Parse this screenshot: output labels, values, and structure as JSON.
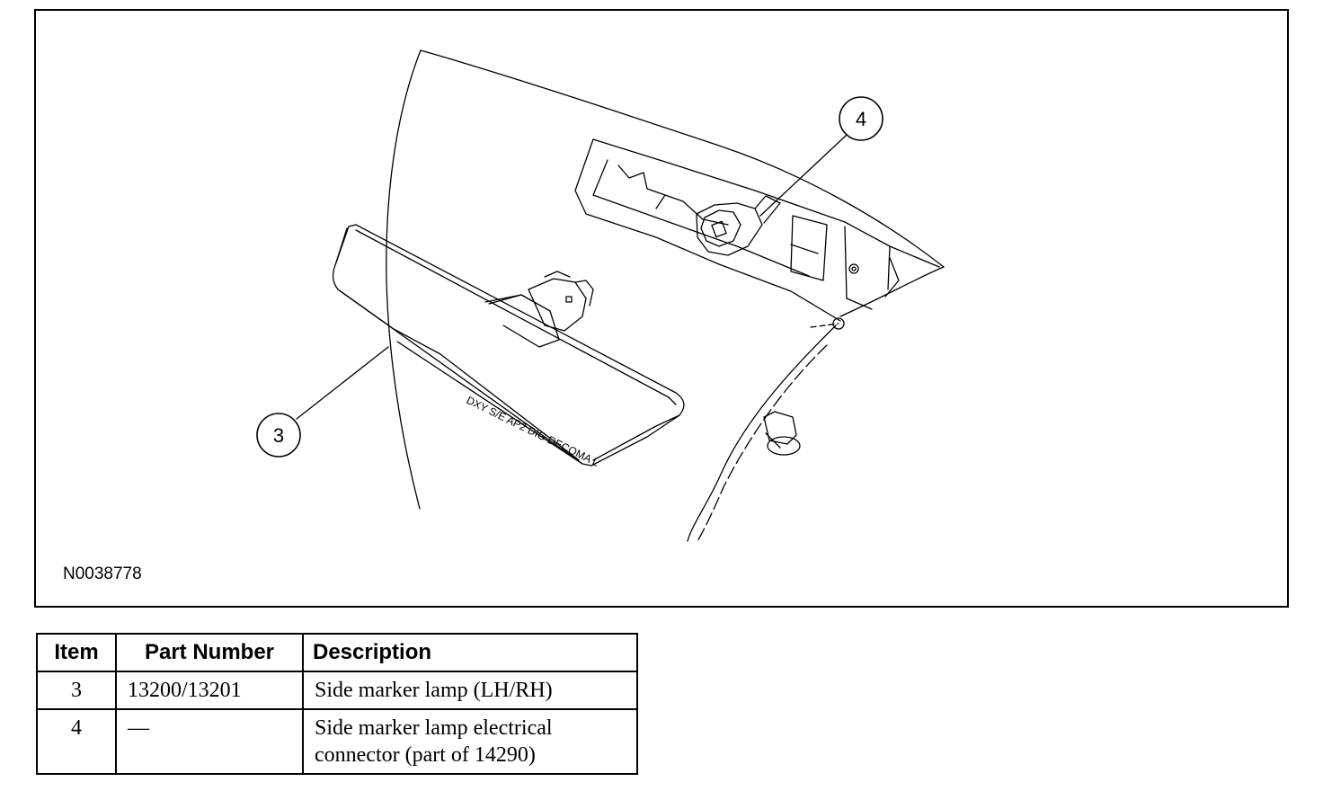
{
  "figure": {
    "id": "N0038778",
    "callouts": [
      {
        "number": "3",
        "item": 3
      },
      {
        "number": "4",
        "item": 4
      }
    ],
    "lamp_marking": "DXY S/E AP2 DIG DECOMA L"
  },
  "table": {
    "headers": {
      "item": "Item",
      "part_number": "Part Number",
      "description": "Description"
    },
    "rows": [
      {
        "item": "3",
        "part_number": "13200/13201",
        "description": "Side marker lamp (LH/RH)"
      },
      {
        "item": "4",
        "part_number": "—",
        "description_line1": "Side marker lamp electrical",
        "description_line2": "connector (part of 14290)"
      }
    ]
  }
}
